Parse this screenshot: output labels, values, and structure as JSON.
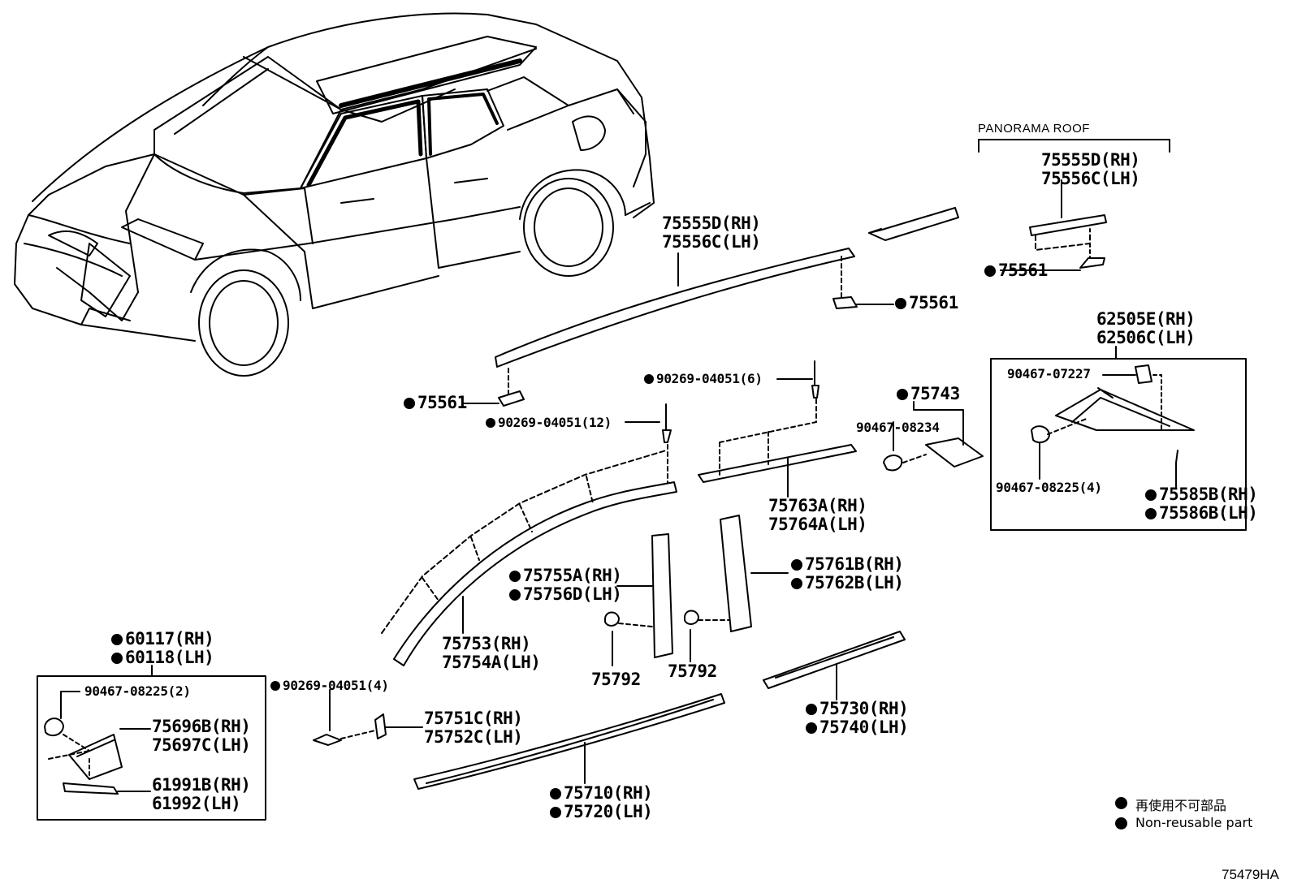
{
  "panorama_header": "PANORAMA ROOF",
  "labels": {
    "pano_molding": [
      "75555D(RH)",
      "75556C(LH)"
    ],
    "pano_clip": "75561",
    "roof_molding": [
      "75555D(RH)",
      "75556C(LH)"
    ],
    "roof_clip_rear": "75561",
    "roof_clip_front": "75561",
    "box_right_part": [
      "62505E(RH)",
      "62506C(LH)"
    ],
    "box_right_clip1": "90467-07227",
    "box_right_clip2": "90467-08225(4)",
    "box_right_seal": [
      "75585B(RH)",
      "75586B(LH)"
    ],
    "rivet_6": "90269-04051(6)",
    "rivet_12": "90269-04051(12)",
    "part_75743": "75743",
    "clip_08234": "90467-08234",
    "belt_rear": [
      "75763A(RH)",
      "75764A(LH)"
    ],
    "pillar_front": [
      "75755A(RH)",
      "75756D(LH)"
    ],
    "pillar_rear": [
      "75761B(RH)",
      "75762B(LH)"
    ],
    "frame_molding": [
      "75753(RH)",
      "75754A(LH)"
    ],
    "nut_left": "75792",
    "nut_right": "75792",
    "box_left_part": [
      "60117(RH)",
      "60118(LH)"
    ],
    "box_left_clip": "90467-08225(2)",
    "box_left_guard": [
      "75696B(RH)",
      "75697C(LH)"
    ],
    "box_left_guard2": [
      "61991B(RH)",
      "61992(LH)"
    ],
    "rivet_4": "90269-04051(4)",
    "end_piece": [
      "75751C(RH)",
      "75752C(LH)"
    ],
    "belt_front": [
      "75730(RH)",
      "75740(LH)"
    ],
    "rocker": [
      "75710(RH)",
      "75720(LH)"
    ]
  },
  "legend": {
    "jp": "再使用不可部品",
    "en": "Non-reusable part"
  },
  "diagram_code": "75479HA"
}
